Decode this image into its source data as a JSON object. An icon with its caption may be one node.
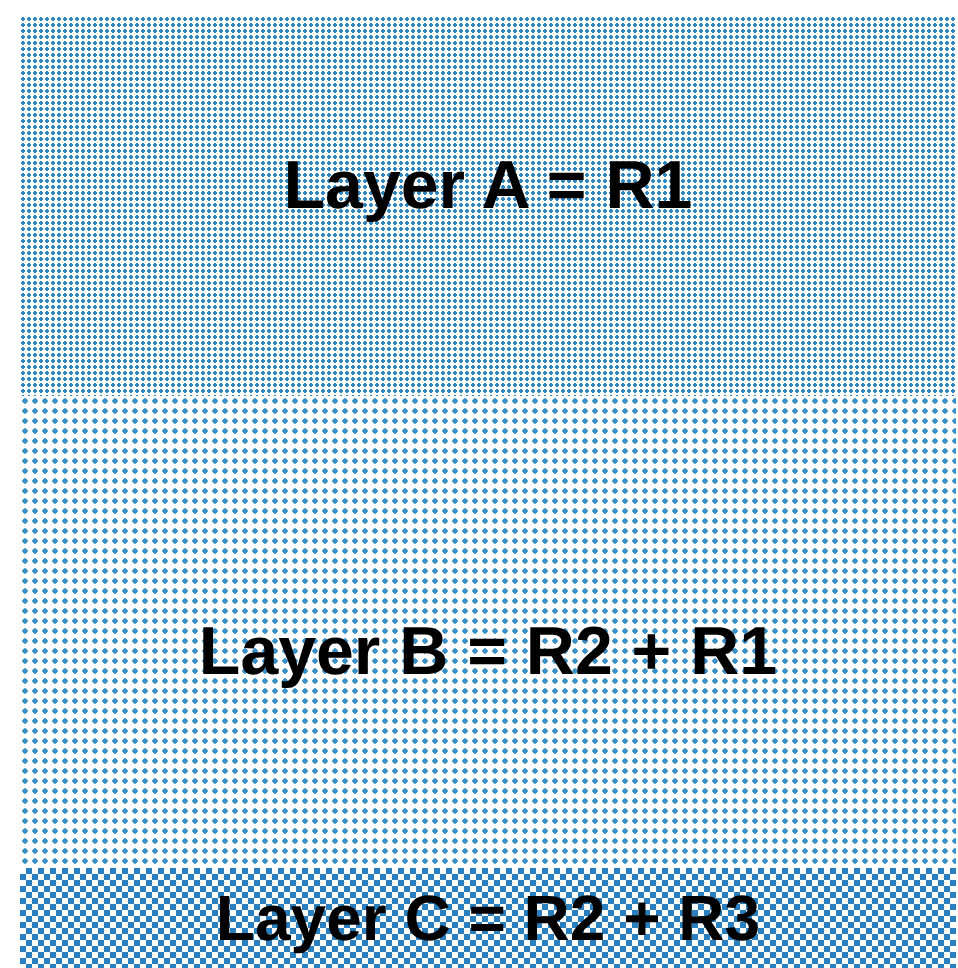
{
  "diagram": {
    "nodes": [
      {
        "text": [
          "Layer A = R1"
        ]
      },
      {
        "text": [
          "Layer B = R2 + R1"
        ]
      },
      {
        "text": [
          "Layer C = R2 + R3"
        ]
      }
    ]
  }
}
